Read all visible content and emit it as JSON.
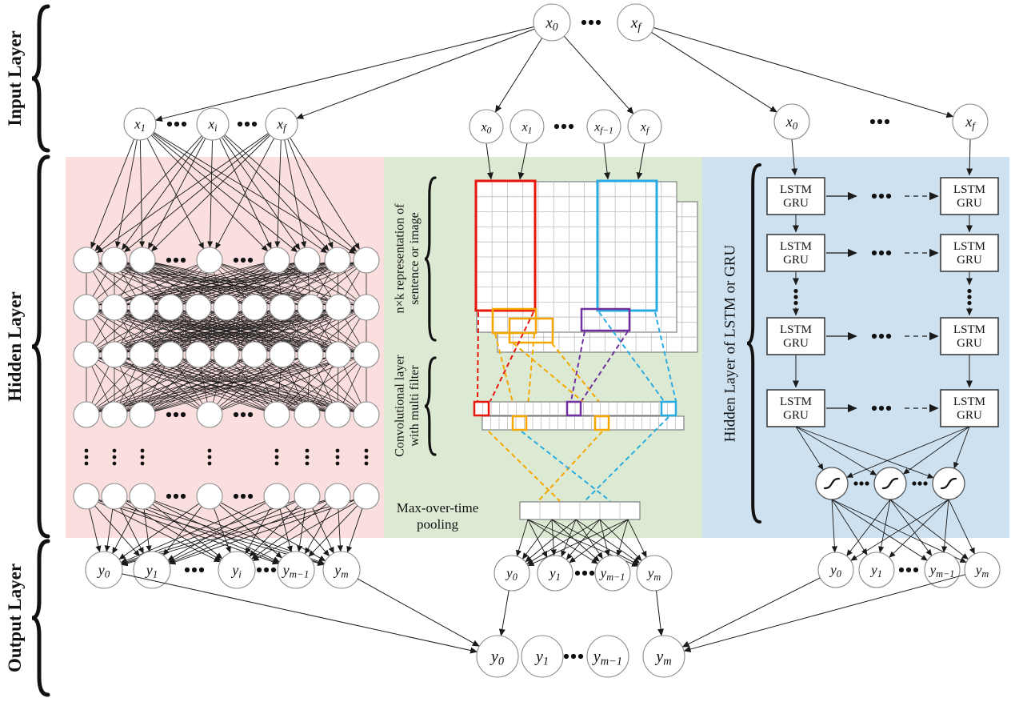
{
  "layers": {
    "input": "Input Layer",
    "hidden": "Hidden Layer",
    "output": "Output Layer"
  },
  "top_input_nodes": [
    "x_0",
    "...",
    "x_f"
  ],
  "mlp": {
    "input_nodes": [
      "x_1",
      "...",
      "x_i",
      "...",
      "x_f"
    ],
    "output_nodes": [
      "y_0",
      "y_1",
      "...",
      "y_i",
      "...",
      "y_{m−1}",
      "y_m"
    ]
  },
  "cnn": {
    "input_nodes": [
      "x_0",
      "x_1",
      "...",
      "x_{f−1}",
      "x_f"
    ],
    "repr_label": "n×k representation of\nsentence or image",
    "conv_label": "Convolutional layer\nwith multi filter",
    "pool_label": "Max-over-time\npooling",
    "output_nodes": [
      "y_0",
      "y_1",
      "...",
      "y_{m−1}",
      "y_m"
    ]
  },
  "rnn": {
    "input_nodes": [
      "x_0",
      "...",
      "x_f"
    ],
    "cell_lines": [
      "LSTM",
      "GRU"
    ],
    "panel_label": "Hidden Layer of LSTM or GRU",
    "output_nodes": [
      "y_0",
      "y_1",
      "...",
      "y_{m−1}",
      "y_m"
    ]
  },
  "final_output_nodes": [
    "y_0",
    "y_1",
    "...",
    "y_{m−1}",
    "y_m"
  ],
  "colors": {
    "mlp_bg": "#fbdfdf",
    "cnn_bg": "#dcead3",
    "rnn_bg": "#cde1f1",
    "red": "#e8150d",
    "cyan": "#29abe2",
    "orange": "#f5a700",
    "purple": "#7030a0",
    "ink": "#1a1a1a"
  }
}
